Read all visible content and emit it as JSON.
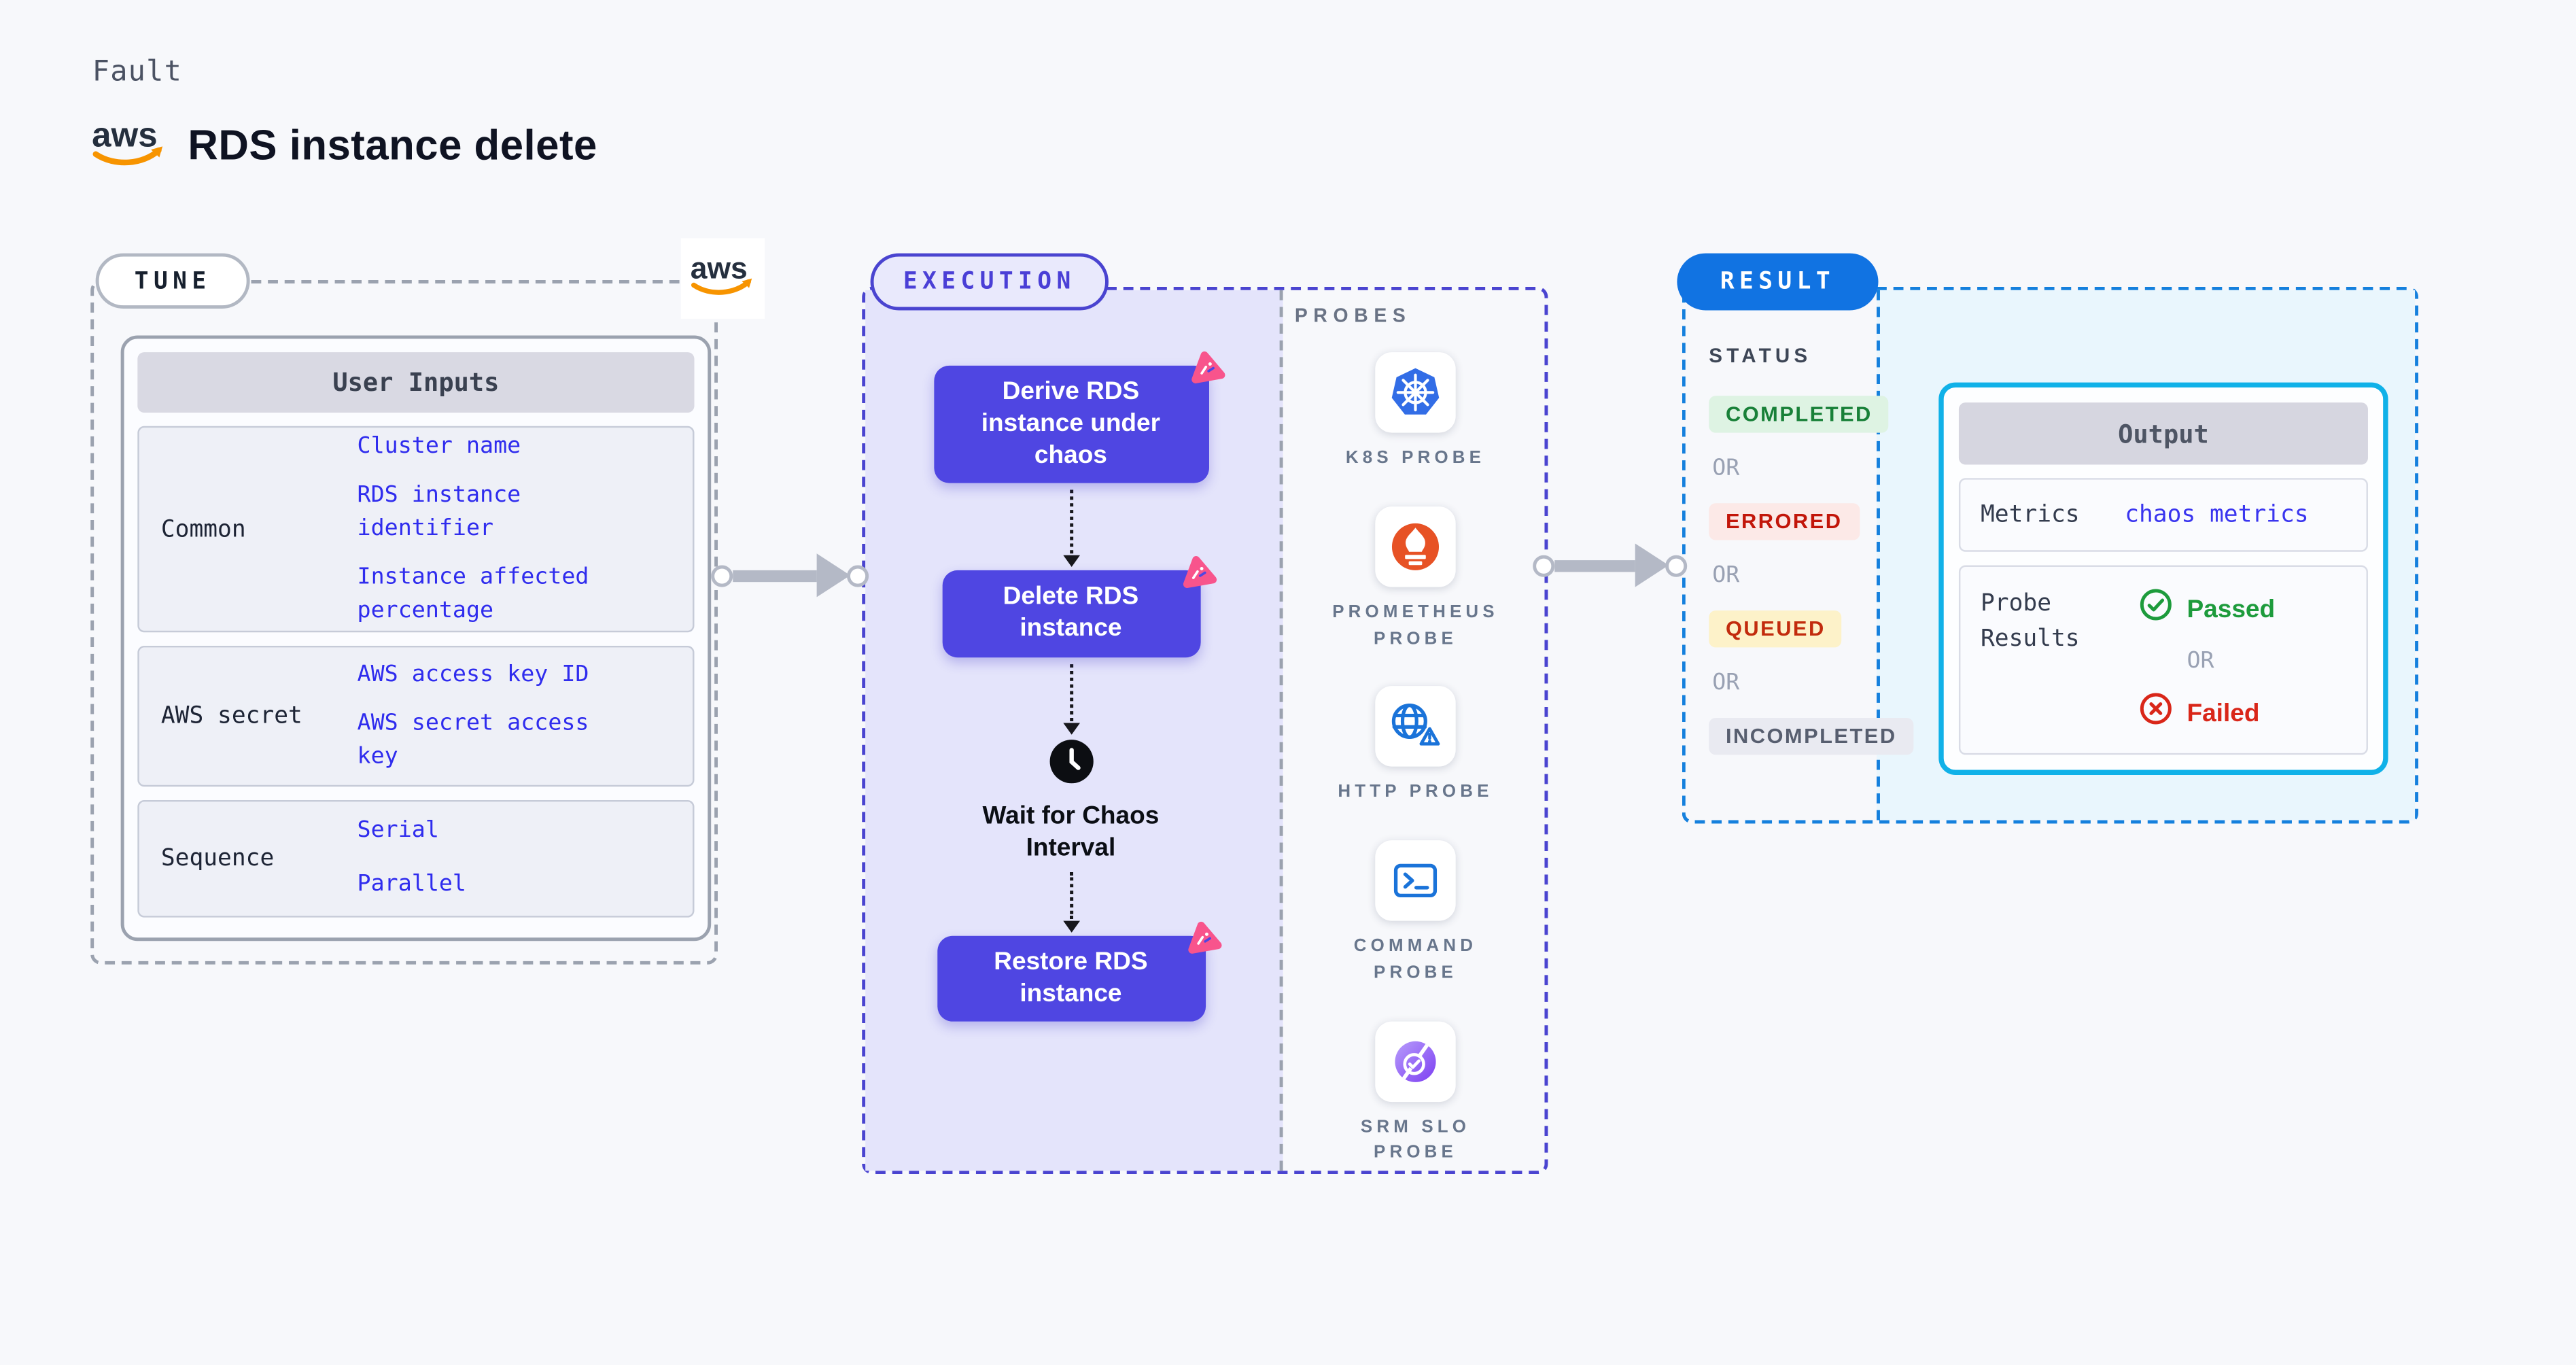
{
  "header": {
    "eyebrow": "Fault",
    "title": "RDS instance delete"
  },
  "tune": {
    "badge": "TUNE",
    "table_title": "User Inputs",
    "rows": [
      {
        "label": "Common",
        "values": [
          "Cluster name",
          "RDS instance identifier",
          "Instance affected percentage"
        ]
      },
      {
        "label": "AWS secret",
        "values": [
          "AWS access key ID",
          "AWS secret access key"
        ]
      },
      {
        "label": "Sequence",
        "values": [
          "Serial",
          "Parallel"
        ]
      }
    ]
  },
  "execution": {
    "badge": "EXECUTION",
    "steps": [
      "Derive RDS instance under chaos",
      "Delete RDS instance",
      "Restore RDS instance"
    ],
    "wait_line1": "Wait for Chaos",
    "wait_line2": "Interval"
  },
  "probes": {
    "title": "PROBES",
    "items": [
      {
        "icon": "kubernetes-icon",
        "line1": "K8S PROBE",
        "line2": ""
      },
      {
        "icon": "prometheus-icon",
        "line1": "PROMETHEUS",
        "line2": "PROBE"
      },
      {
        "icon": "http-globe-icon",
        "line1": "HTTP PROBE",
        "line2": ""
      },
      {
        "icon": "terminal-icon",
        "line1": "COMMAND",
        "line2": "PROBE"
      },
      {
        "icon": "slo-gauge-icon",
        "line1": "SRM SLO",
        "line2": "PROBE"
      }
    ]
  },
  "result": {
    "badge": "RESULT",
    "status_title": "STATUS",
    "or_label": "OR",
    "statuses": [
      {
        "label": "COMPLETED",
        "style": "color:#188038;background:#def3e3"
      },
      {
        "label": "ERRORED",
        "style": "color:#c2160a;background:#fce9e7"
      },
      {
        "label": "QUEUED",
        "style": "color:#c22b0d;background:#fdf2c9"
      },
      {
        "label": "INCOMPLETED",
        "style": "color:#575e6f;background:#e9eaf1"
      }
    ],
    "output": {
      "title": "Output",
      "metrics_label": "Metrics",
      "metrics_value": "chaos metrics",
      "probe_results_label": "Probe Results",
      "passed_label": "Passed",
      "failed_label": "Failed"
    }
  },
  "icons": [
    "aws-logo",
    "chaos-badge-icon",
    "clock-icon",
    "check-circle-icon",
    "x-circle-icon",
    "kubernetes-icon",
    "prometheus-icon",
    "http-globe-icon",
    "terminal-icon",
    "slo-gauge-icon"
  ],
  "colors": {
    "page_bg": "#f7f8fb",
    "step_indigo": "#4f46e2",
    "chaos_pink": "#f8548c",
    "exec_border": "#4a44d0",
    "tune_border": "#9ba2af",
    "result_border": "#1580dd",
    "result_pill_blue": "#1173e2",
    "output_cyan_border": "#10b1e8",
    "link_blue": "#2f2cee",
    "arrow_gray": "#b4b9c6",
    "aws_orange": "#f79400",
    "k8s_blue": "#326de6",
    "prometheus_orange": "#e75225",
    "http_blue": "#1a73d9",
    "slo_purple": "#7d3ff2",
    "passed_green": "#1d9b3c",
    "failed_red": "#d92619"
  }
}
